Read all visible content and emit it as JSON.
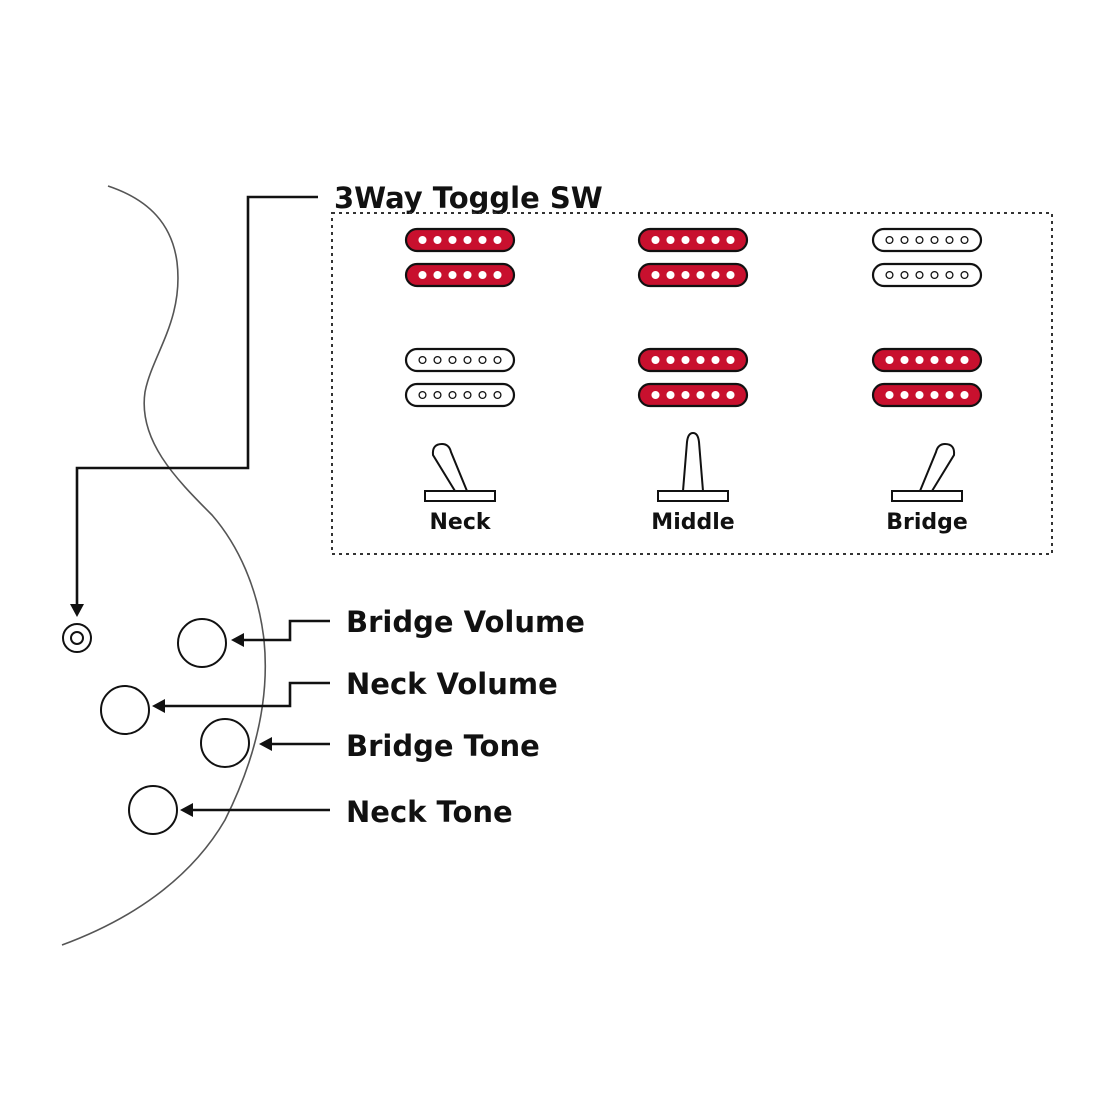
{
  "title": "3Way Toggle SW",
  "controls": [
    {
      "id": "bridge-volume",
      "label": "Bridge Volume"
    },
    {
      "id": "neck-volume",
      "label": "Neck Volume"
    },
    {
      "id": "bridge-tone",
      "label": "Bridge Tone"
    },
    {
      "id": "neck-tone",
      "label": "Neck Tone"
    }
  ],
  "positions": [
    {
      "label": "Neck",
      "neck_pickup_active": true,
      "bridge_pickup_active": false
    },
    {
      "label": "Middle",
      "neck_pickup_active": true,
      "bridge_pickup_active": true
    },
    {
      "label": "Bridge",
      "neck_pickup_active": false,
      "bridge_pickup_active": true
    }
  ],
  "colors": {
    "active_pickup": "#c8102e",
    "inactive_pickup": "#ffffff",
    "outline": "#111111",
    "body_outline": "#555555"
  }
}
